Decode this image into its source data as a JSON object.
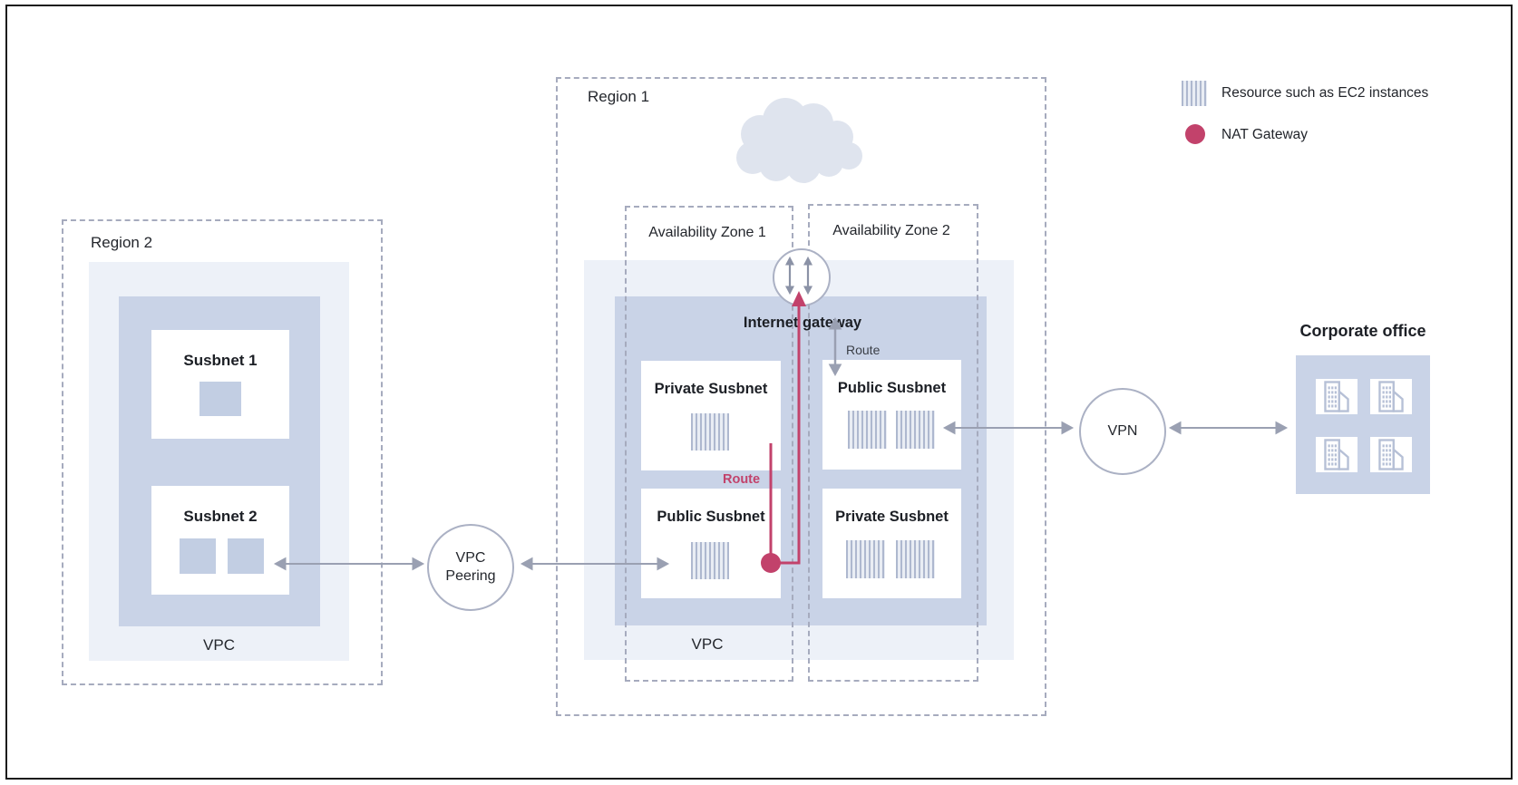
{
  "legend": {
    "resource_label": "Resource such as EC2 instances",
    "nat_label": "NAT Gateway"
  },
  "region2": {
    "title": "Region 2",
    "subnet1_label": "Susbnet 1",
    "subnet2_label": "Susbnet 2",
    "vpc_label": "VPC"
  },
  "connectors": {
    "vpc_peering_label": "VPC Peering",
    "vpn_label": "VPN"
  },
  "region1": {
    "title": "Region 1",
    "internet_label": "Internet",
    "az1_label": "Availability Zone 1",
    "az2_label": "Availability Zone 2",
    "internet_gateway_label": "Internet gateway",
    "route_public_label": "Route",
    "route_nat_label": "Route",
    "az1_top_subnet": "Private Susbnet",
    "az2_top_subnet": "Public Susbnet",
    "az1_bottom_subnet": "Public Susbnet",
    "az2_bottom_subnet": "Private Susbnet",
    "vpc_label": "VPC"
  },
  "corporate_office": {
    "title": "Corporate office"
  },
  "colors": {
    "region_fill_light": "#edf1f8",
    "region_fill_mid": "#c9d3e7",
    "resource_square": "#c2cee3",
    "nat_crimson": "#c2426b",
    "arrow_gray": "#9aa0b2",
    "dashed_border": "#a6abbe",
    "cloud_fill": "#dfe4ee"
  }
}
